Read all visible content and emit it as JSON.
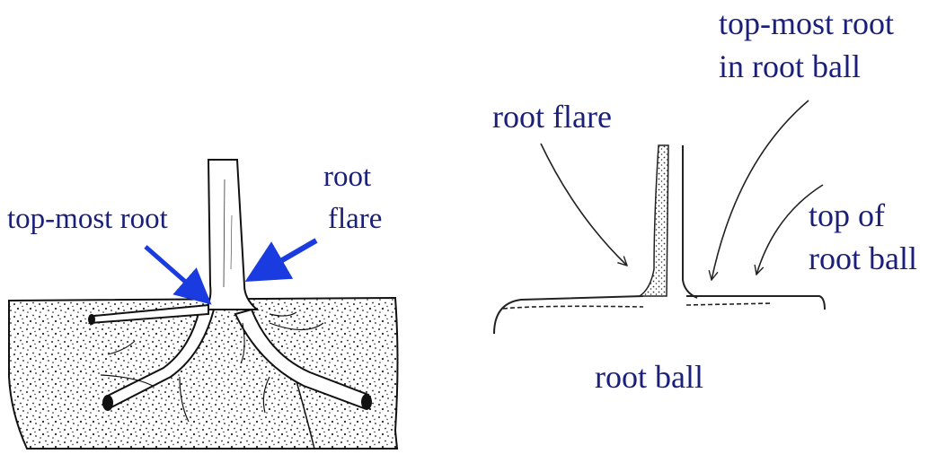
{
  "left_figure": {
    "labels": {
      "top_most_root": "top-most root",
      "root_line1": "root",
      "flare_line2": "flare"
    },
    "arrow_color": "#1a3be0",
    "label_color": "#1a1f7a"
  },
  "right_figure": {
    "labels": {
      "root_flare": "root flare",
      "top_most_root_line1": "top-most root",
      "top_most_root_line2": "in root ball",
      "top_of_line1": "top of",
      "root_ball_line2": "root ball",
      "root_ball_center": "root ball"
    },
    "label_color": "#1a1f7a"
  }
}
